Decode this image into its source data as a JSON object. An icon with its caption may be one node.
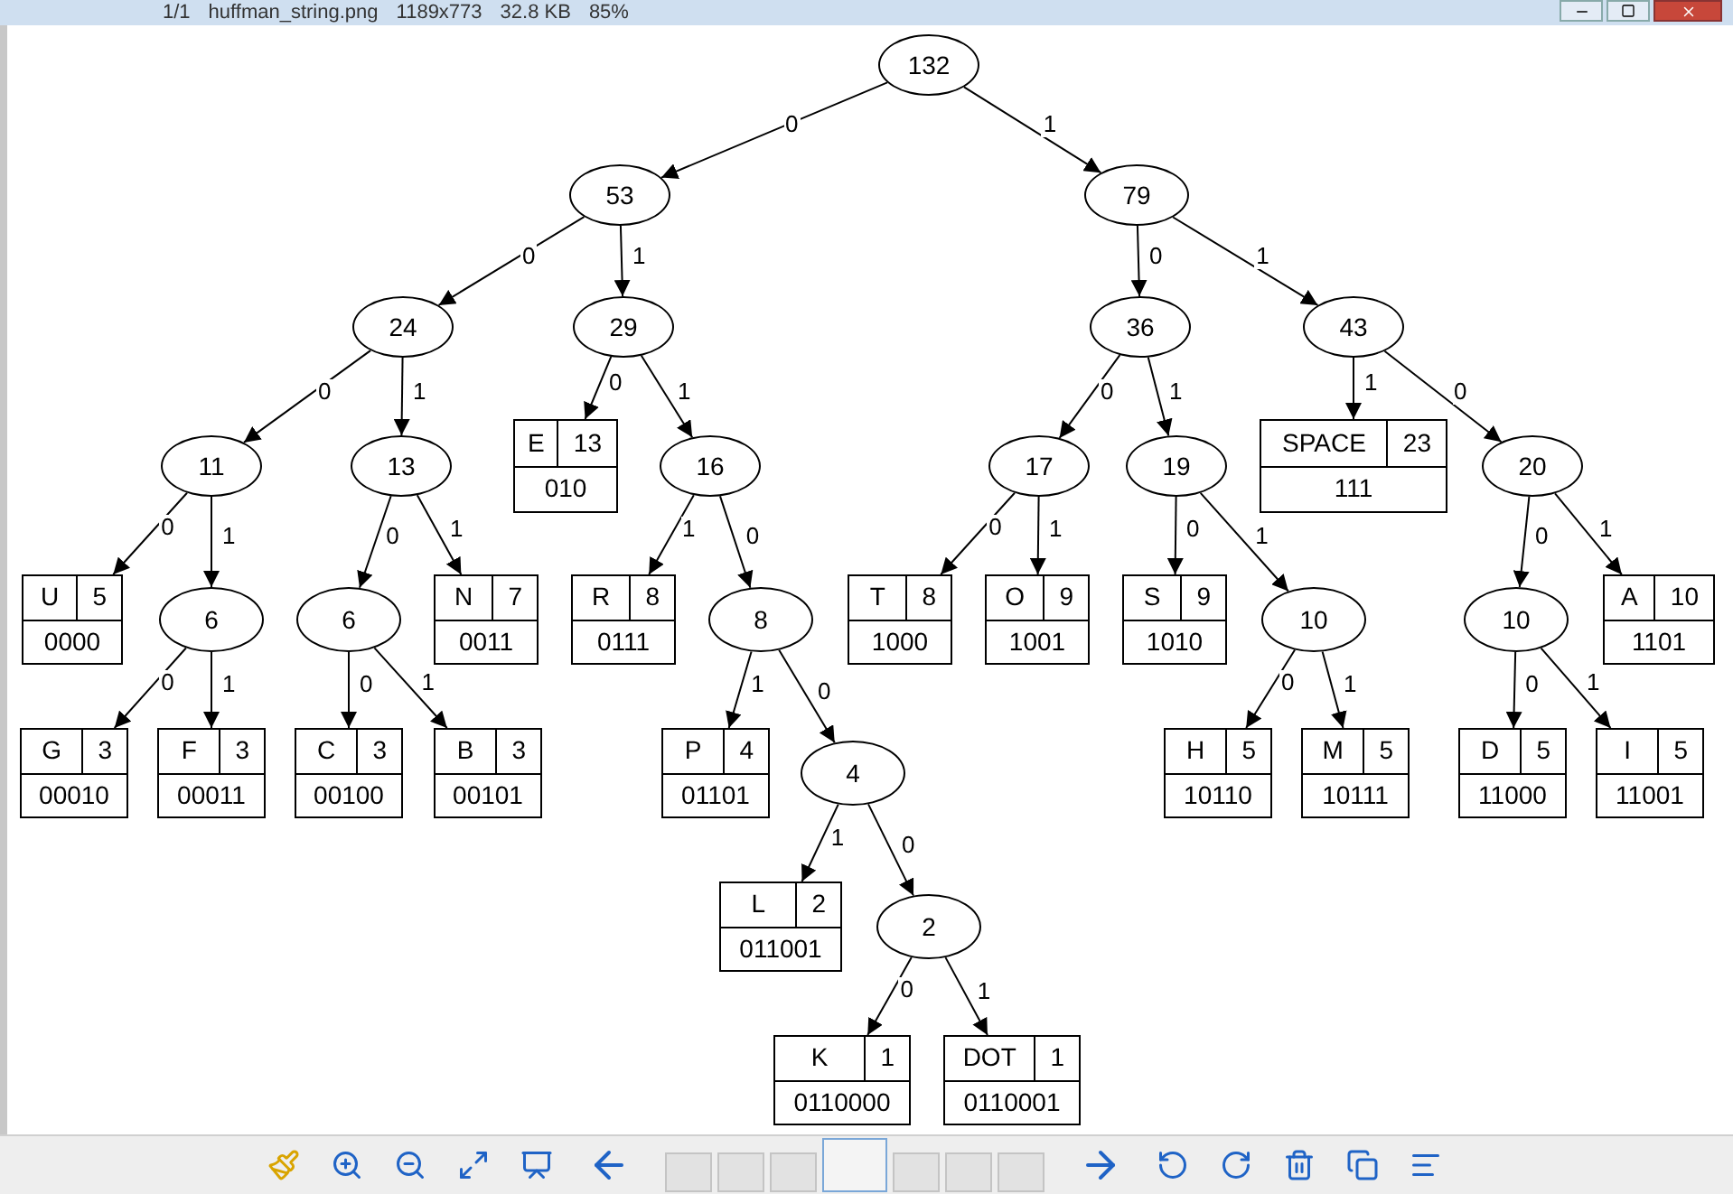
{
  "diagram": {
    "nodes": [
      {
        "text": [
          "132"
        ]
      },
      {
        "text": [
          "53"
        ]
      },
      {
        "text": [
          "79"
        ]
      },
      {
        "text": [
          "24"
        ]
      },
      {
        "text": [
          "29"
        ]
      },
      {
        "text": [
          "36"
        ]
      },
      {
        "text": [
          "43"
        ]
      },
      {
        "text": [
          "11"
        ]
      },
      {
        "text": [
          "13"
        ]
      },
      {
        "text": [
          "E",
          "13",
          "010"
        ]
      },
      {
        "text": [
          "16"
        ]
      },
      {
        "text": [
          "17"
        ]
      },
      {
        "text": [
          "19"
        ]
      },
      {
        "text": [
          "SPACE",
          "23",
          "111"
        ]
      },
      {
        "text": [
          "20"
        ]
      },
      {
        "text": [
          "U",
          "5",
          "0000"
        ]
      },
      {
        "text": [
          "6"
        ]
      },
      {
        "text": [
          "6"
        ]
      },
      {
        "text": [
          "N",
          "7",
          "0011"
        ]
      },
      {
        "text": [
          "R",
          "8",
          "0111"
        ]
      },
      {
        "text": [
          "8"
        ]
      },
      {
        "text": [
          "T",
          "8",
          "1000"
        ]
      },
      {
        "text": [
          "O",
          "9",
          "1001"
        ]
      },
      {
        "text": [
          "S",
          "9",
          "1010"
        ]
      },
      {
        "text": [
          "10"
        ]
      },
      {
        "text": [
          "10"
        ]
      },
      {
        "text": [
          "A",
          "10",
          "1101"
        ]
      },
      {
        "text": [
          "G",
          "3",
          "00010"
        ]
      },
      {
        "text": [
          "F",
          "3",
          "00011"
        ]
      },
      {
        "text": [
          "C",
          "3",
          "00100"
        ]
      },
      {
        "text": [
          "B",
          "3",
          "00101"
        ]
      },
      {
        "text": [
          "P",
          "4",
          "01101"
        ]
      },
      {
        "text": [
          "4"
        ]
      },
      {
        "text": [
          "H",
          "5",
          "10110"
        ]
      },
      {
        "text": [
          "M",
          "5",
          "10111"
        ]
      },
      {
        "text": [
          "D",
          "5",
          "11000"
        ]
      },
      {
        "text": [
          "I",
          "5",
          "11001"
        ]
      },
      {
        "text": [
          "L",
          "2",
          "011001"
        ]
      },
      {
        "text": [
          "2"
        ]
      },
      {
        "text": [
          "K",
          "1",
          "0110000"
        ]
      },
      {
        "text": [
          "DOT",
          "1",
          "0110001"
        ]
      }
    ],
    "edges": [
      {
        "from": 0,
        "to": 1,
        "arrow": "to",
        "label": "0"
      },
      {
        "from": 0,
        "to": 2,
        "arrow": "to",
        "label": "1"
      },
      {
        "from": 1,
        "to": 3,
        "arrow": "to",
        "label": "0"
      },
      {
        "from": 1,
        "to": 4,
        "arrow": "to",
        "label": "1"
      },
      {
        "from": 2,
        "to": 5,
        "arrow": "to",
        "label": "0"
      },
      {
        "from": 2,
        "to": 6,
        "arrow": "to",
        "label": "1"
      },
      {
        "from": 3,
        "to": 7,
        "arrow": "to",
        "label": "0"
      },
      {
        "from": 3,
        "to": 8,
        "arrow": "to",
        "label": "1"
      },
      {
        "from": 4,
        "to": 9,
        "arrow": "to",
        "label": "0"
      },
      {
        "from": 4,
        "to": 10,
        "arrow": "to",
        "label": "1"
      },
      {
        "from": 5,
        "to": 11,
        "arrow": "to",
        "label": "0"
      },
      {
        "from": 5,
        "to": 12,
        "arrow": "to",
        "label": "1"
      },
      {
        "from": 6,
        "to": 13,
        "arrow": "to",
        "label": "1"
      },
      {
        "from": 6,
        "to": 14,
        "arrow": "to",
        "label": "0"
      },
      {
        "from": 7,
        "to": 15,
        "arrow": "to",
        "label": "0"
      },
      {
        "from": 7,
        "to": 16,
        "arrow": "to",
        "label": "1"
      },
      {
        "from": 8,
        "to": 17,
        "arrow": "to",
        "label": "0"
      },
      {
        "from": 8,
        "to": 18,
        "arrow": "to",
        "label": "1"
      },
      {
        "from": 10,
        "to": 19,
        "arrow": "to",
        "label": "1"
      },
      {
        "from": 10,
        "to": 20,
        "arrow": "to",
        "label": "0"
      },
      {
        "from": 11,
        "to": 21,
        "arrow": "to",
        "label": "0"
      },
      {
        "from": 11,
        "to": 22,
        "arrow": "to",
        "label": "1"
      },
      {
        "from": 12,
        "to": 23,
        "arrow": "to",
        "label": "0"
      },
      {
        "from": 12,
        "to": 24,
        "arrow": "to",
        "label": "1"
      },
      {
        "from": 14,
        "to": 25,
        "arrow": "to",
        "label": "0"
      },
      {
        "from": 14,
        "to": 26,
        "arrow": "to",
        "label": "1"
      },
      {
        "from": 16,
        "to": 27,
        "arrow": "to",
        "label": "0"
      },
      {
        "from": 16,
        "to": 28,
        "arrow": "to",
        "label": "1"
      },
      {
        "from": 17,
        "to": 29,
        "arrow": "to",
        "label": "0"
      },
      {
        "from": 17,
        "to": 30,
        "arrow": "to",
        "label": "1"
      },
      {
        "from": 20,
        "to": 31,
        "arrow": "to",
        "label": "1"
      },
      {
        "from": 20,
        "to": 32,
        "arrow": "to",
        "label": "0"
      },
      {
        "from": 24,
        "to": 33,
        "arrow": "to",
        "label": "0"
      },
      {
        "from": 24,
        "to": 34,
        "arrow": "to",
        "label": "1"
      },
      {
        "from": 25,
        "to": 35,
        "arrow": "to",
        "label": "0"
      },
      {
        "from": 25,
        "to": 36,
        "arrow": "to",
        "label": "1"
      },
      {
        "from": 32,
        "to": 37,
        "arrow": "to",
        "label": "1"
      },
      {
        "from": 32,
        "to": 38,
        "arrow": "to",
        "label": "0"
      },
      {
        "from": 38,
        "to": 39,
        "arrow": "to",
        "label": "0"
      },
      {
        "from": 38,
        "to": 40,
        "arrow": "to",
        "label": "1"
      }
    ],
    "labels": [
      "1/1",
      "huffman_string.png",
      "1189x773",
      "32.8 KB",
      "85%"
    ]
  }
}
